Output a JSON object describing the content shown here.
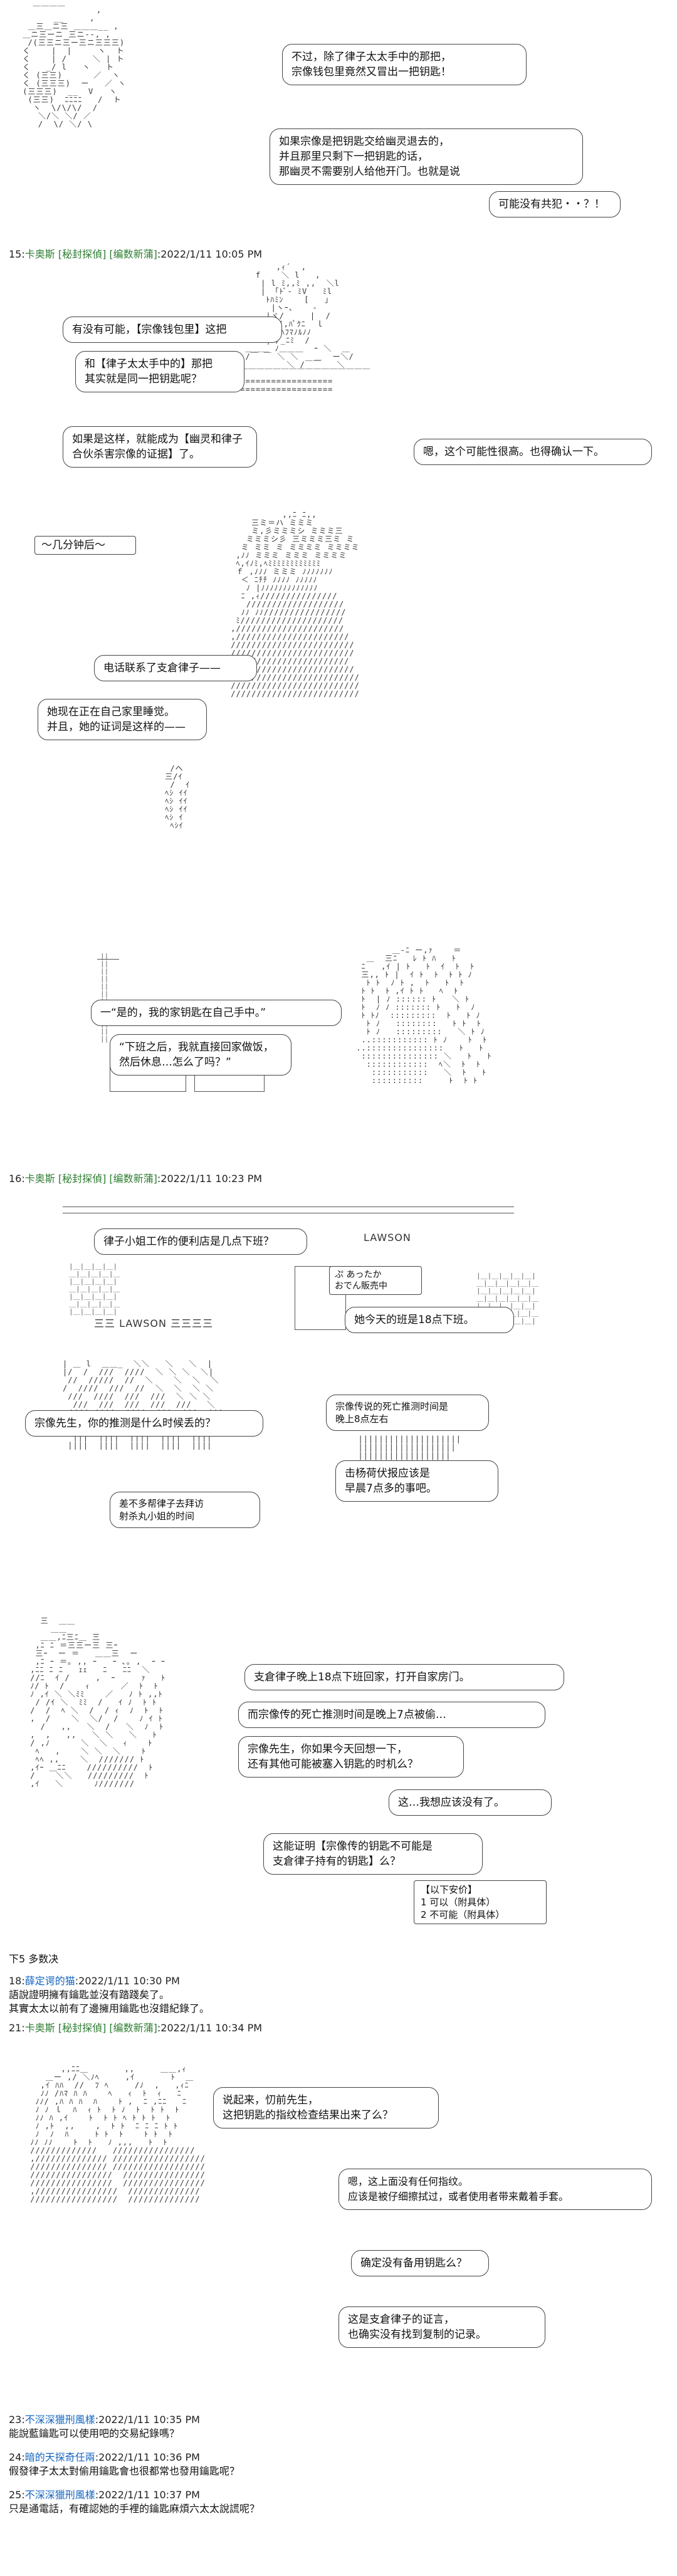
{
  "scene1": {
    "b1": "不过，除了律子太太手中的那把，",
    "b2": "宗像钱包里竟然又冒出一把钥匙！",
    "b3": "如果宗像是把钥匙交给幽灵退去的，",
    "b4": "并且那里只剩下一把钥匙的话，",
    "b5": "那幽灵不需要别人给他开门。也就是说",
    "b6": "可能没有共犯・・？！"
  },
  "post15": {
    "num": "15:",
    "name": "卡奥斯 [秘封探偵] [编数新蒲]",
    "date": ":2022/1/11 10:05 PM"
  },
  "scene2": {
    "b1": "有没有可能，【宗像钱包里】这把",
    "b2a": "和【律子太太手中的】那把",
    "b2b": "其实就是同一把钥匙呢？",
    "b3a": "如果是这样，就能成为【幽灵和律子",
    "b3b": "合伙杀害宗像的证据】了。",
    "b4": "嗯，这个可能性很高。也得确认一下。"
  },
  "scene3": {
    "caption": "～几分钟后～",
    "b1": "电话联系了支倉律子——",
    "b2a": "她现在正在自己家里睡觉。",
    "b2b": "并且，她的证词是这样的——"
  },
  "scene4": {
    "b1": "一“是的，我的家钥匙在自己手中。”",
    "b2a": "“下班之后，我就直接回家做饭，",
    "b2b": "然后休息…怎么了吗？”"
  },
  "post16": {
    "num": "16:",
    "name": "卡奥斯 [秘封探偵] [编数新蒲]",
    "date": ":2022/1/11 10:23 PM"
  },
  "scene5": {
    "sign1": "LAWSON",
    "sign2": "三三  LAWSON  三三三三",
    "b1": "律子小姐工作的便利店是几点下班？",
    "b2a": "ぷ あったか",
    "b2b": "おでん販売中",
    "b3": "她今天的班是18点下班。"
  },
  "scene6": {
    "b1": "宗像先生，你的推测是什么时候丢的？",
    "b2a": "宗像传说的死亡推测时间是",
    "b2b": "晚上8点左右",
    "b3a": "击杨荷伏报应该是",
    "b3b": "早晨7点多的事吧。",
    "b4a": "差不多帮律子去拜访",
    "b4b": "射杀丸小姐的时间"
  },
  "scene7": {
    "b1": "支倉律子晚上18点下班回家，打开自家房门。",
    "b2": "而宗像传的死亡推测时间是晚上7点被偷…",
    "b3a": "宗像先生，你如果今天回想一下，",
    "b3b": "还有其他可能被塞入钥匙的时机么？",
    "b4": "这…我想应该没有了。",
    "b5a": "这能证明【宗像传的钥匙不可能是",
    "b5b": "支倉律子持有的钥匙】么？",
    "choice_title": "【以下安价】",
    "choice1": "1 可以（附具体）",
    "choice2": "2 不可能（附具体）",
    "footer": "下5 多数决"
  },
  "post18": {
    "num": "18:",
    "name": "薛定谔的猫",
    "date": ":2022/1/11 10:30 PM",
    "body1": "語說證明擁有鑰匙並沒有踏踐矣了。",
    "body2": "其實太太以前有了邊擁用鑰匙也沒錯紀錄了。"
  },
  "post21": {
    "num": "21:",
    "name": "卡奥斯 [秘封探偵] [编数新蒲]",
    "date": ":2022/1/11 10:34 PM"
  },
  "scene8": {
    "b1a": "说起来，忉前先生，",
    "b1b": "这把钥匙的指纹检查结果出来了么？",
    "b2a": "嗯，这上面没有任何指纹。",
    "b2b": "应该是被仔细擦拭过，或者使用者带来戴着手套。",
    "b3": "确定没有备用钥匙么？",
    "b4a": "这是支倉律子的证言，",
    "b4b": "也确实没有找到复制的记录。"
  },
  "post23": {
    "num": "23:",
    "name": "不深深獵刑風樣",
    "date": ":2022/1/11 10:35 PM",
    "body": "能說藍鑰匙可以使用吧的交易紀錄嗎？"
  },
  "post24": {
    "num": "24:",
    "name": "暗的天探奇任兩",
    "date": ":2022/1/11 10:36 PM",
    "body": "假發律子太太對偷用鑰匙會也很都常也發用鑰匙呢？"
  },
  "post25": {
    "num": "25:",
    "name": "不深深獵刑風樣",
    "date": ":2022/1/11 10:37 PM",
    "body": "只是通電話，有確認她的手裡的鑰匙麻煩六太太說謊呢？"
  }
}
